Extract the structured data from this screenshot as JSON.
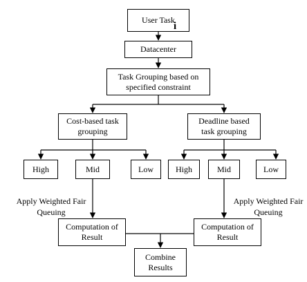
{
  "nodes": {
    "user_task": "User Task",
    "datacenter": "Datacenter",
    "task_grouping": "Task Grouping based on\nspecified constraint",
    "cost_grouping": "Cost-based task\ngrouping",
    "deadline_grouping": "Deadline based\ntask grouping",
    "cost_high": "High",
    "cost_mid": "Mid",
    "cost_low": "Low",
    "deadline_high": "High",
    "deadline_mid": "Mid",
    "deadline_low": "Low",
    "computation_left": "Computation of\nResult",
    "computation_right": "Computation of\nResult",
    "combine": "Combine\nResults"
  },
  "annotations": {
    "wfq_left": "Apply Weighted Fair\nQueuing",
    "wfq_right": "Apply Weighted Fair\nQueuing",
    "cursor_mark": "i"
  },
  "colors": {
    "line": "#000000",
    "box_border": "#000000",
    "background": "#ffffff"
  }
}
